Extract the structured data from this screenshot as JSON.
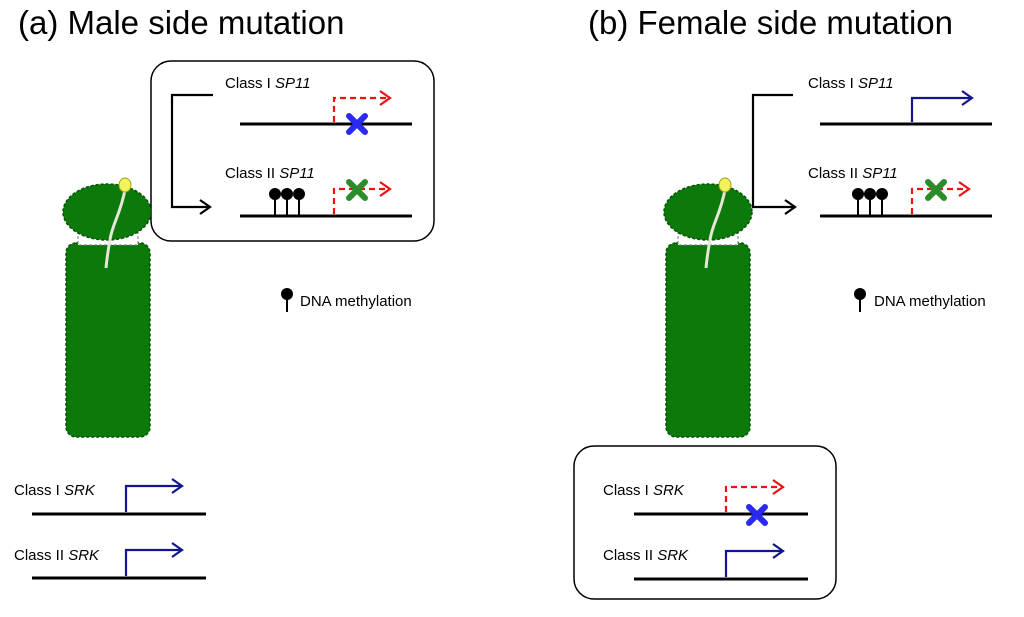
{
  "panel_a": {
    "title": "(a) Male side mutation",
    "sp11": {
      "class1_prefix": "Class I ",
      "class1_gene": "SP11",
      "class2_prefix": "Class II ",
      "class2_gene": "SP11"
    },
    "srk": {
      "class1_prefix": "Class I ",
      "class1_gene": "SRK",
      "class2_prefix": "Class II ",
      "class2_gene": "SRK"
    },
    "legend": "DNA methylation"
  },
  "panel_b": {
    "title": "(b) Female side mutation",
    "sp11": {
      "class1_prefix": "Class I ",
      "class1_gene": "SP11",
      "class2_prefix": "Class II ",
      "class2_gene": "SP11"
    },
    "srk": {
      "class1_prefix": "Class I ",
      "class1_gene": "SRK",
      "class2_prefix": "Class II ",
      "class2_gene": "SRK"
    },
    "legend": "DNA methylation"
  },
  "colors": {
    "pistil_fill": "#0b7a0b",
    "pistil_stroke": "#055205",
    "pollen": "#f2f25a",
    "active_arrow": "#14148c",
    "inactive_arrow": "#ee1111",
    "blue_x": "#2a2af0",
    "green_x": "#2a8c2a"
  }
}
